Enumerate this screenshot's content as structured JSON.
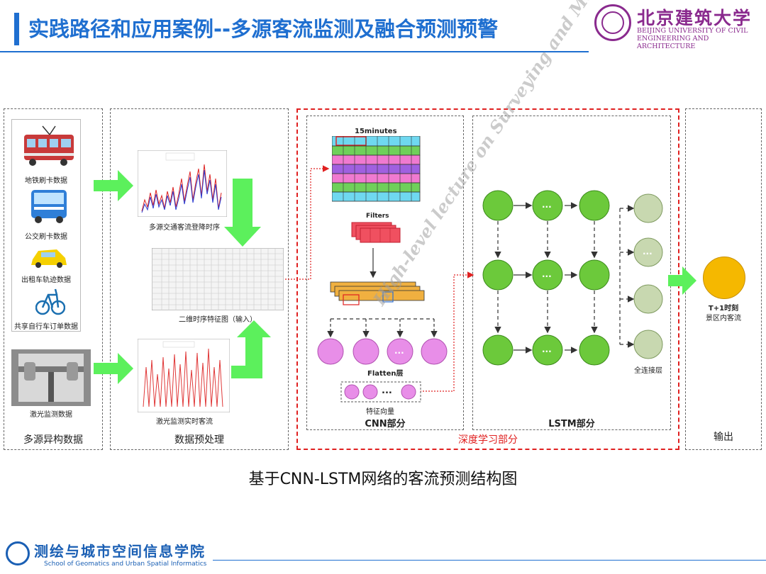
{
  "header": {
    "title": "实践路径和应用案例--多源客流监测及融合预测预警",
    "university_cn": "北京建筑大学",
    "university_en_line1": "BEIJING UNIVERSITY OF CIVIL",
    "university_en_line2": "ENGINEERING AND ARCHITECTURE"
  },
  "panels": {
    "sources": {
      "label": "多源异构数据",
      "items": [
        "地铁刷卡数据",
        "公交刷卡数据",
        "出租车轨迹数据",
        "共享自行车订单数据",
        "激光监测数据"
      ]
    },
    "preprocess": {
      "label": "数据预处理",
      "chart1_caption": "多源交通客流登降时序",
      "chart2_caption": "二维时序特征图（输入）",
      "chart3_caption": "激光监测实时客流"
    },
    "deep_learning": {
      "label": "深度学习部分",
      "cnn": {
        "label": "CNN部分",
        "time_label": "15minutes",
        "filters_label": "Filters",
        "flatten_label": "Flatten层",
        "vector_label": "特征向量",
        "dots": "..."
      },
      "lstm": {
        "label": "LSTM部分",
        "fc_label": "全连接层",
        "dots": "..."
      }
    },
    "output": {
      "label": "输出",
      "node_line1": "T+1时刻",
      "node_line2": "景区内客流"
    }
  },
  "caption": "基于CNN-LSTM网络的客流预测结构图",
  "footer": {
    "cn": "测绘与城市空间信息学院",
    "en": "School of Geomatics and Urban Spatial Informatics"
  },
  "watermark": {
    "text": "High-level lecture on Surveying and Mapping"
  },
  "colors": {
    "title_blue": "#1f6fd0",
    "university_purple": "#8a2a8e",
    "arrow_green": "#5cf05c",
    "lstm_green": "#6cc93b",
    "cnn_pink": "#e88ee8",
    "fc_grey": "#c8d8b0",
    "output_orange": "#f5b800",
    "red_dashed": "#e02020"
  }
}
